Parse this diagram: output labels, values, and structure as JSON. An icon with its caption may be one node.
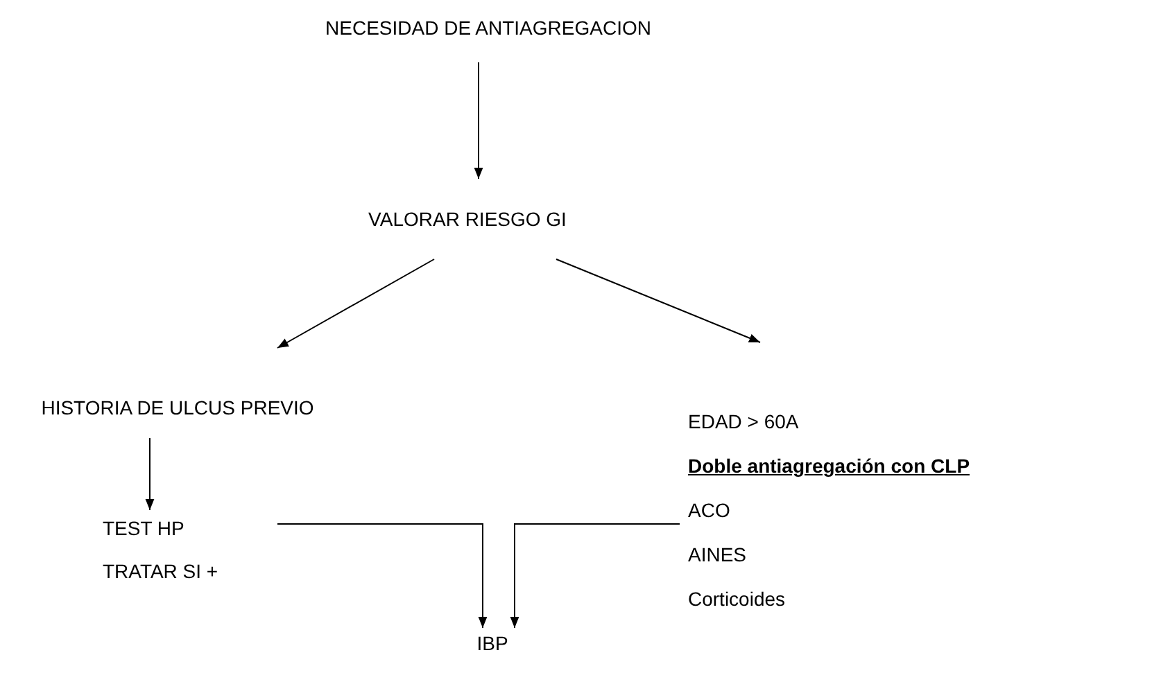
{
  "diagram": {
    "nodes": [
      {
        "text": [
          "NECESIDAD DE ANTIAGREGACION"
        ]
      },
      {
        "text": [
          "VALORAR RIESGO GI"
        ]
      },
      {
        "text": [
          "HISTORIA DE ULCUS PREVIO"
        ]
      },
      {
        "text": [
          "EDAD > 60A",
          "Doble antiagregación con CLP",
          "ACO",
          "AINES",
          "Corticoides"
        ]
      },
      {
        "text": [
          "TEST HP",
          "TRATAR SI +"
        ]
      },
      {
        "text": [
          "IBP"
        ]
      }
    ],
    "edges": [
      {
        "from": 0,
        "to": 1,
        "arrow": "to"
      },
      {
        "from": 1,
        "to": 2,
        "arrow": "to"
      },
      {
        "from": 1,
        "to": 3,
        "arrow": "to"
      },
      {
        "from": 2,
        "to": 4,
        "arrow": "to"
      },
      {
        "from": 4,
        "to": 5,
        "arrow": "to"
      },
      {
        "from": 3,
        "to": 5,
        "arrow": "to"
      }
    ]
  }
}
